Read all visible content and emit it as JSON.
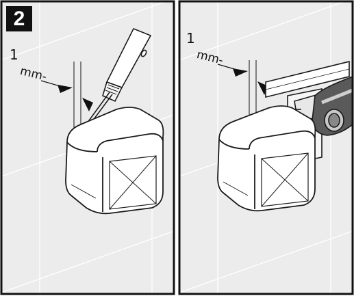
{
  "step": {
    "number": "2"
  },
  "panels": [
    {
      "gap_label_value": "1",
      "gap_label_unit": "mm-"
    },
    {
      "gap_label_value": "1",
      "gap_label_unit": "mm-"
    }
  ],
  "colors": {
    "frame": "#111111",
    "tile_background": "#ececec",
    "grout_lines": "#ffffff",
    "outline": "#1a1a1a"
  }
}
